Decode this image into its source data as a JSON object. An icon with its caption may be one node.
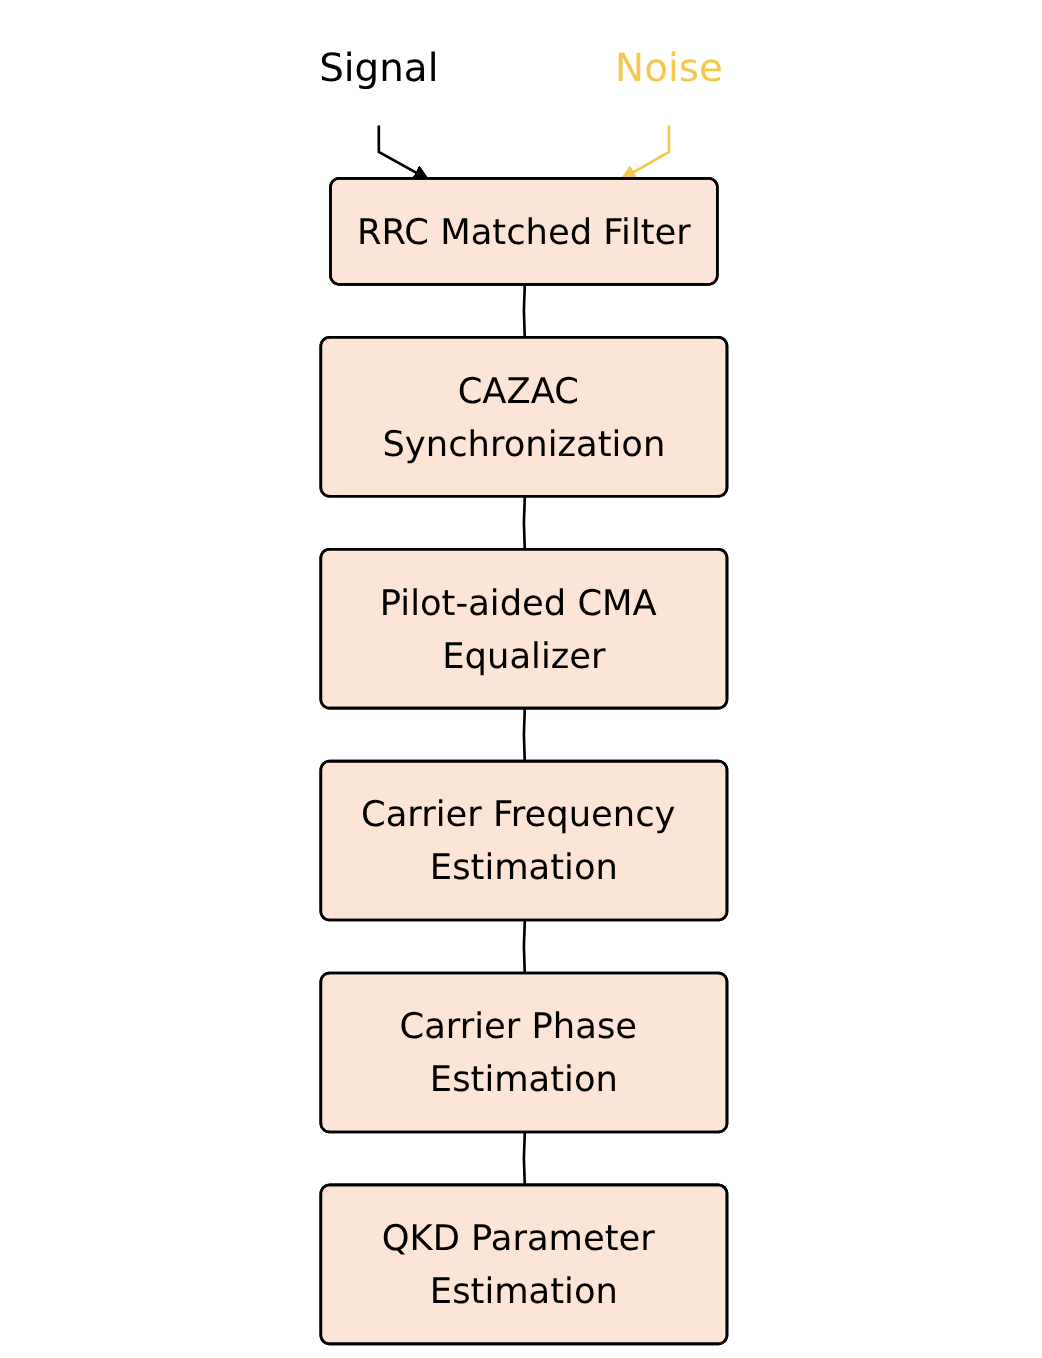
{
  "diagram": {
    "nodes": [
      {
        "text": [
          "Signal"
        ]
      },
      {
        "text": [
          "Noise"
        ]
      },
      {
        "text": [
          "RRC Matched Filter"
        ]
      },
      {
        "text": [
          "CAZAC Synchronization"
        ]
      },
      {
        "text": [
          "Pilot-aided CMA Equalizer"
        ]
      },
      {
        "text": [
          "Carrier Frequency Estimation"
        ]
      },
      {
        "text": [
          "Carrier Phase Estimation"
        ]
      },
      {
        "text": [
          "QKD Parameter Estimation"
        ]
      }
    ],
    "edges": [
      {
        "from": 0,
        "to": 2,
        "arrow": "to"
      },
      {
        "from": 1,
        "to": 2,
        "arrow": "to",
        "color": "#f4c84a"
      },
      {
        "from": 2,
        "to": 3,
        "arrow": "none"
      },
      {
        "from": 3,
        "to": 4,
        "arrow": "none"
      },
      {
        "from": 4,
        "to": 5,
        "arrow": "none"
      },
      {
        "from": 5,
        "to": 6,
        "arrow": "none"
      },
      {
        "from": 6,
        "to": 7,
        "arrow": "none"
      }
    ]
  }
}
